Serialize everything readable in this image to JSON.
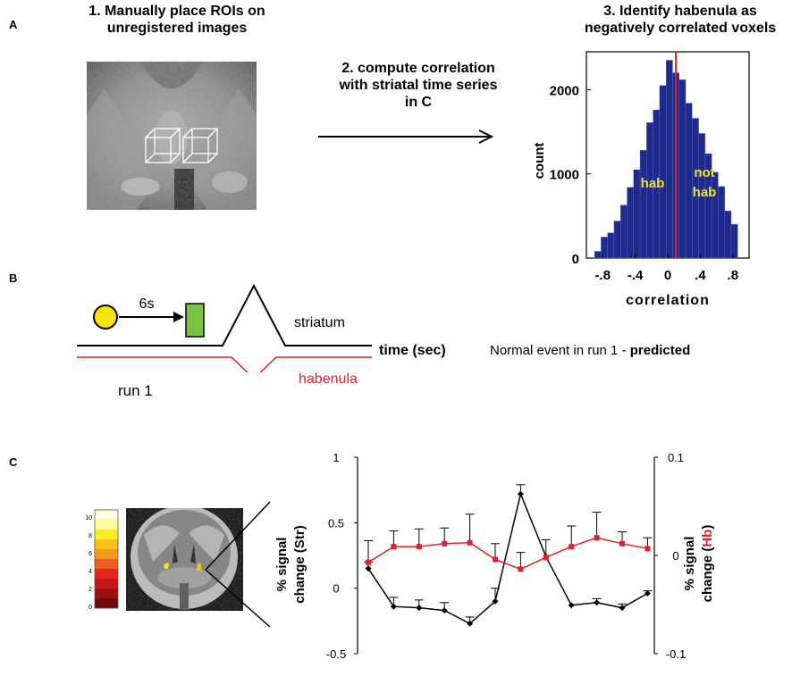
{
  "panels": {
    "a": "A",
    "b": "B",
    "c": "C"
  },
  "panel_a": {
    "step1_line1": "1. Manually place ROIs on",
    "step1_line2": "unregistered images",
    "step2_line1": "2. compute correlation",
    "step2_line2": "with striatal time series",
    "step2_line3": "in C",
    "step3_line1": "3. Identify habenula as",
    "step3_line2": "negatively correlated  voxels",
    "hab_label": "hab",
    "not_hab_line1": "not",
    "not_hab_line2": "hab"
  },
  "panel_b": {
    "delay_label": "6s",
    "striatum_label": "striatum",
    "time_label": "time (sec)",
    "habenula_label": "habenula",
    "run_label": "run 1",
    "caption_prefix": "Normal event  in run 1 -",
    "caption_bold": "predicted"
  },
  "panel_c": {
    "left_axis_label_1": "% signal",
    "left_axis_label_2": "change (Str)",
    "right_axis_label_1": "% signal",
    "right_axis_label_2": "change (",
    "right_axis_label_hb": "Hb",
    "right_axis_label_close": ")"
  },
  "colorbar": {
    "ticks": [
      "10",
      "8",
      "6",
      "4",
      "2",
      "0"
    ],
    "colors": [
      "#fffde0",
      "#fffb9a",
      "#f7ef1c",
      "#f6c21a",
      "#f19a1c",
      "#ec5d1f",
      "#e5261e",
      "#c5161a",
      "#9c1212",
      "#6e0d0d"
    ]
  },
  "colors": {
    "histogram_bar": "#1f2a8c",
    "red_line": "#e0222a",
    "hab_text": "#f2e51c",
    "green_box": "#7ac142",
    "yellow_circle": "#f5e50c"
  },
  "chart_data": [
    {
      "type": "bar",
      "xlabel": "correlation",
      "ylabel": "count",
      "xlim": [
        -1.0,
        1.0
      ],
      "ylim": [
        0,
        2450
      ],
      "xticks": [
        -0.8,
        -0.4,
        0,
        0.4,
        0.8
      ],
      "xtick_labels": [
        "-.8",
        "-.4",
        "0",
        ".4",
        ".8"
      ],
      "yticks": [
        0,
        1000,
        2000
      ],
      "ytick_labels": [
        "0",
        "1000",
        "2000"
      ],
      "bin_edges": [
        -0.9,
        -0.82,
        -0.74,
        -0.66,
        -0.58,
        -0.5,
        -0.42,
        -0.34,
        -0.26,
        -0.18,
        -0.1,
        -0.02,
        0.06,
        0.14,
        0.22,
        0.3,
        0.38,
        0.46,
        0.54,
        0.62,
        0.7,
        0.78,
        0.86
      ],
      "counts": [
        80,
        250,
        300,
        440,
        630,
        840,
        1050,
        1280,
        1610,
        1760,
        2050,
        2350,
        2200,
        2120,
        1840,
        1660,
        1480,
        1240,
        1020,
        850,
        560,
        400
      ],
      "vline": 0.1,
      "grid": false,
      "legend": "none"
    },
    {
      "type": "line",
      "x": [
        1,
        2,
        3,
        4,
        5,
        6,
        7,
        8,
        9,
        10,
        11,
        12,
        13
      ],
      "series": [
        {
          "axis": "left",
          "y": [
            0.15,
            -0.14,
            -0.15,
            -0.17,
            -0.27,
            -0.1,
            0.72,
            0.24,
            -0.13,
            -0.11,
            -0.15,
            -0.04,
            null
          ],
          "err": [
            0.05,
            0.07,
            0.06,
            0.06,
            0.05,
            0.1,
            0.07,
            0.0,
            0.0,
            0.03,
            0.03,
            0.02,
            null
          ]
        },
        {
          "axis": "right",
          "y": [
            -0.007,
            0.009,
            0.009,
            0.012,
            0.013,
            -0.004,
            -0.014,
            -0.002,
            0.009,
            0.018,
            0.012,
            0.007,
            null
          ],
          "err": [
            0.022,
            0.016,
            0.018,
            0.016,
            0.029,
            0.016,
            0.017,
            0.018,
            0.021,
            0.026,
            0.012,
            0.011,
            null
          ]
        }
      ],
      "left_ylim": [
        -0.5,
        1
      ],
      "left_yticks": [
        -0.5,
        0,
        0.5,
        1
      ],
      "left_ytick_labels": [
        "-0.5",
        "0",
        "0.5",
        "1"
      ],
      "right_ylim": [
        -0.1,
        0.1
      ],
      "right_yticks": [
        -0.1,
        0,
        0.1
      ],
      "right_ytick_labels": [
        "-0.1",
        "0",
        "0.1"
      ],
      "grid": false,
      "legend": "none"
    }
  ]
}
